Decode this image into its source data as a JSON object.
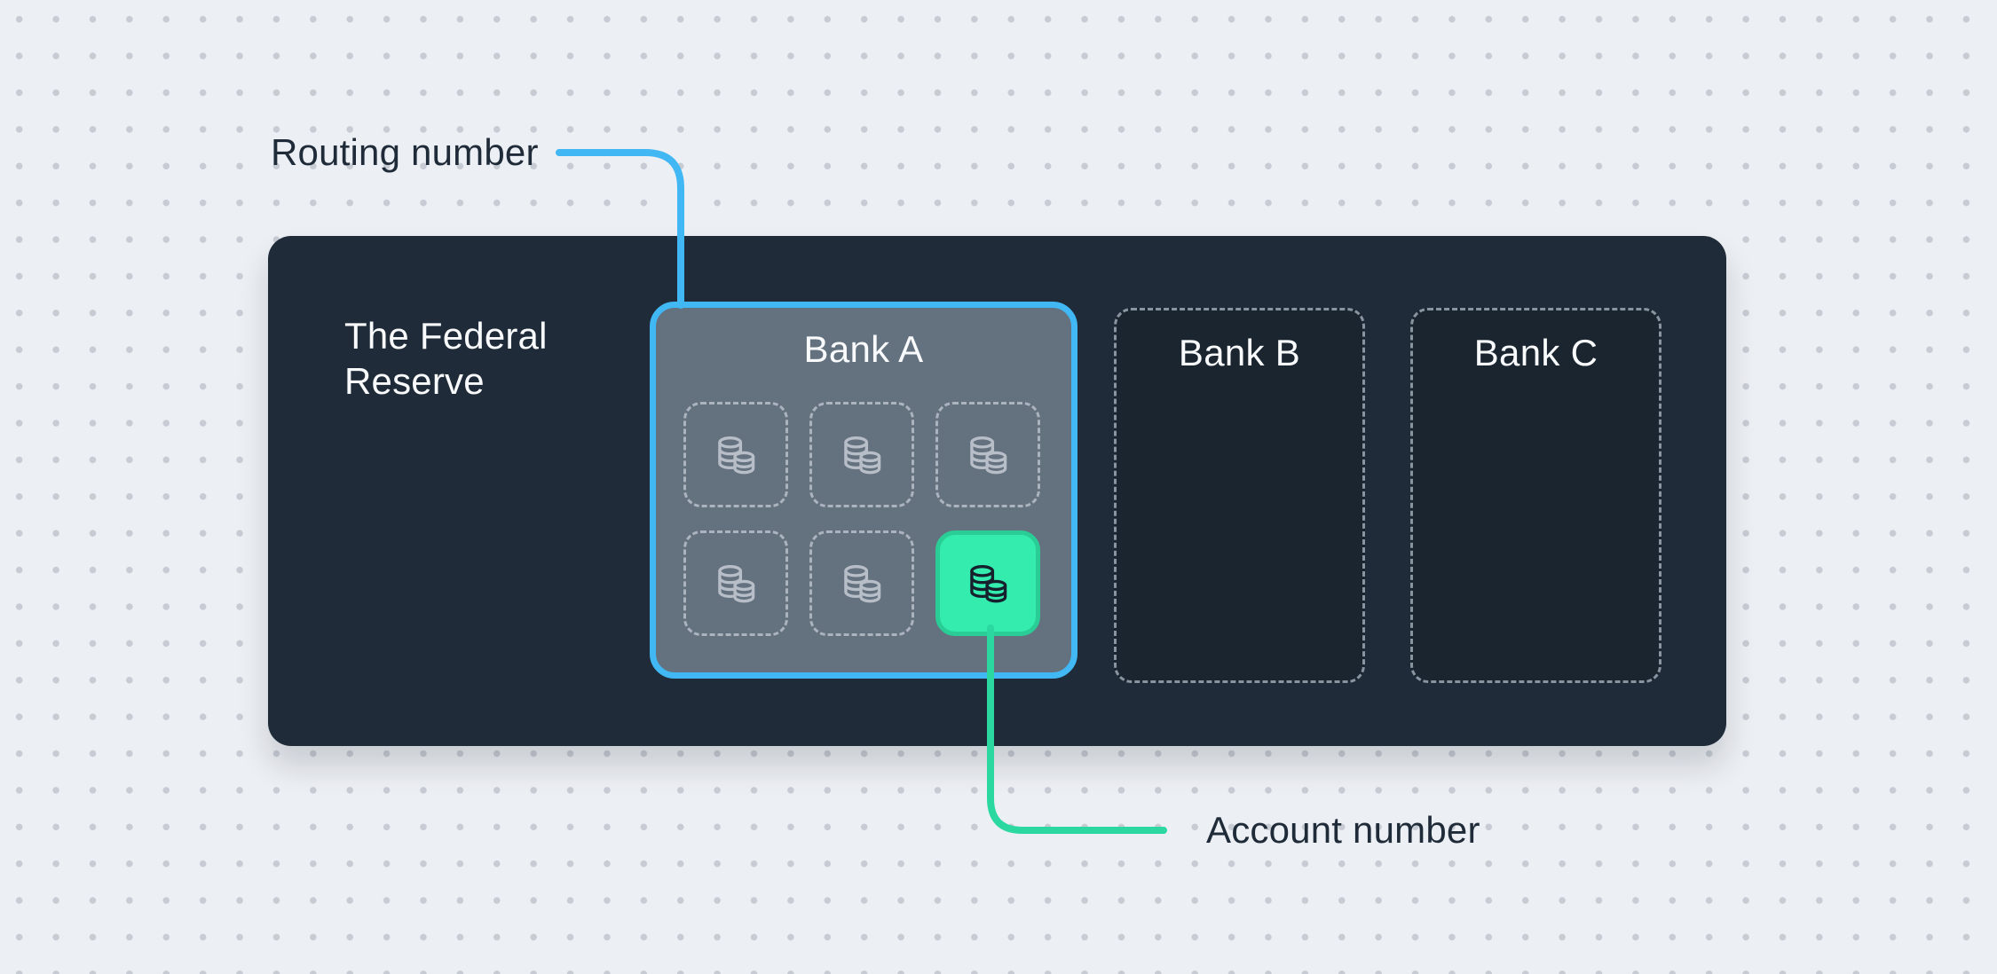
{
  "labels": {
    "routing_number": "Routing number",
    "account_number": "Account number"
  },
  "federal_reserve": {
    "title": "The Federal Reserve"
  },
  "banks": [
    {
      "name": "Bank A",
      "highlighted": true,
      "account_slots": 6,
      "highlighted_slot": 6
    },
    {
      "name": "Bank B",
      "highlighted": false
    },
    {
      "name": "Bank C",
      "highlighted": false
    }
  ],
  "icons": {
    "account_slot": "coins-icon"
  },
  "colors": {
    "background": "#ECEFF3",
    "dot_grid": "#C7CBD3",
    "reserve_box": "#1F2B38",
    "bank_a_fill": "#64717F",
    "routing_accent": "#41B7F3",
    "account_accent": "#2BD9A0",
    "highlight_fill": "#33ECAD",
    "highlight_border": "#2ACD96",
    "label_text": "#1F2B38",
    "title_text": "#F8FAFC"
  }
}
